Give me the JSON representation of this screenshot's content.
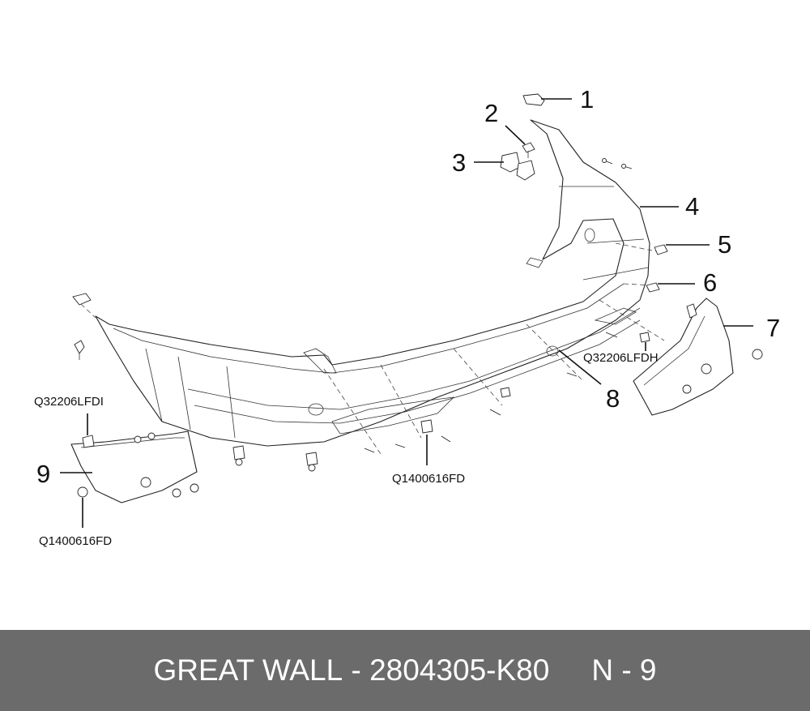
{
  "callouts": [
    "1",
    "2",
    "3",
    "4",
    "5",
    "6",
    "7",
    "8",
    "9"
  ],
  "part_codes": {
    "clip_left": "Q32206LFDI",
    "clip_right": "Q32206LFDH",
    "bolt_center": "Q1400616FD",
    "bolt_left": "Q1400616FD"
  },
  "footer": {
    "brand": "GREAT WALL",
    "separator": "-",
    "part_number": "2804305-K80",
    "page_ref": "N - 9"
  }
}
